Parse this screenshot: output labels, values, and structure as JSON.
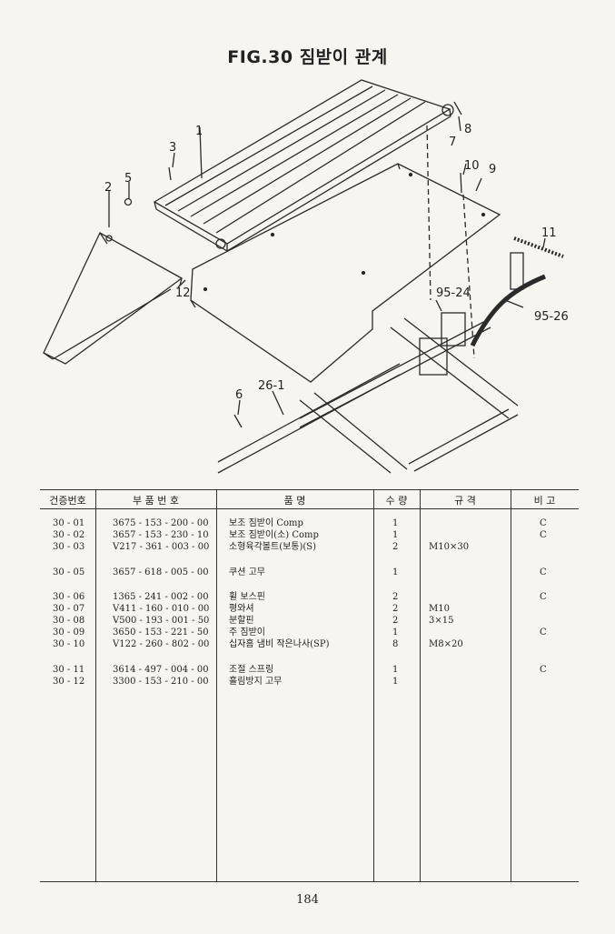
{
  "figure": {
    "title": "FIG.30 짐받이 관계",
    "callouts": [
      "1",
      "2",
      "3",
      "5",
      "6",
      "7",
      "8",
      "9",
      "10",
      "11",
      "12",
      "26-1",
      "95-24",
      "95-26"
    ]
  },
  "table": {
    "headers": [
      "건증번호",
      "부 품 번 호",
      "품 명",
      "수 량",
      "규 격",
      "비 고"
    ],
    "rows": [
      {
        "no": "30 - 01",
        "part": "3675 - 153 - 200 - 00",
        "name": "보조 짐받이 Comp",
        "qty": "1",
        "spec": "",
        "remark": "C"
      },
      {
        "no": "30 - 02",
        "part": "3657 - 153 - 230 - 10",
        "name": "보조 짐받이(소) Comp",
        "qty": "1",
        "spec": "",
        "remark": "C"
      },
      {
        "no": "30 - 03",
        "part": "V217 - 361 - 003 - 00",
        "name": "소형육각볼트(보통)(S)",
        "qty": "2",
        "spec": "M10×30",
        "remark": ""
      },
      {
        "no": "30 - 05",
        "part": "3657 - 618 - 005 - 00",
        "name": "쿠션 고무",
        "qty": "1",
        "spec": "",
        "remark": "C"
      },
      {
        "no": "30 - 06",
        "part": "1365 - 241 - 002 - 00",
        "name": "휠 보스핀",
        "qty": "2",
        "spec": "",
        "remark": "C"
      },
      {
        "no": "30 - 07",
        "part": "V411 - 160 - 010 - 00",
        "name": "평와셔",
        "qty": "2",
        "spec": "M10",
        "remark": ""
      },
      {
        "no": "30 - 08",
        "part": "V500 - 193 - 001 - 50",
        "name": "분할핀",
        "qty": "2",
        "spec": "3×15",
        "remark": ""
      },
      {
        "no": "30 - 09",
        "part": "3650 - 153 - 221 - 50",
        "name": "주 짐받이",
        "qty": "1",
        "spec": "",
        "remark": "C"
      },
      {
        "no": "30 - 10",
        "part": "V122 - 260 - 802 - 00",
        "name": "십자홈 냄비 작은나사(SP)",
        "qty": "8",
        "spec": "M8×20",
        "remark": ""
      },
      {
        "no": "30 - 11",
        "part": "3614 - 497 - 004 - 00",
        "name": "조절 스프링",
        "qty": "1",
        "spec": "",
        "remark": "C"
      },
      {
        "no": "30 - 12",
        "part": "3300 - 153 - 210 - 00",
        "name": "흘림방지 고무",
        "qty": "1",
        "spec": "",
        "remark": ""
      }
    ]
  },
  "page_number": "184"
}
